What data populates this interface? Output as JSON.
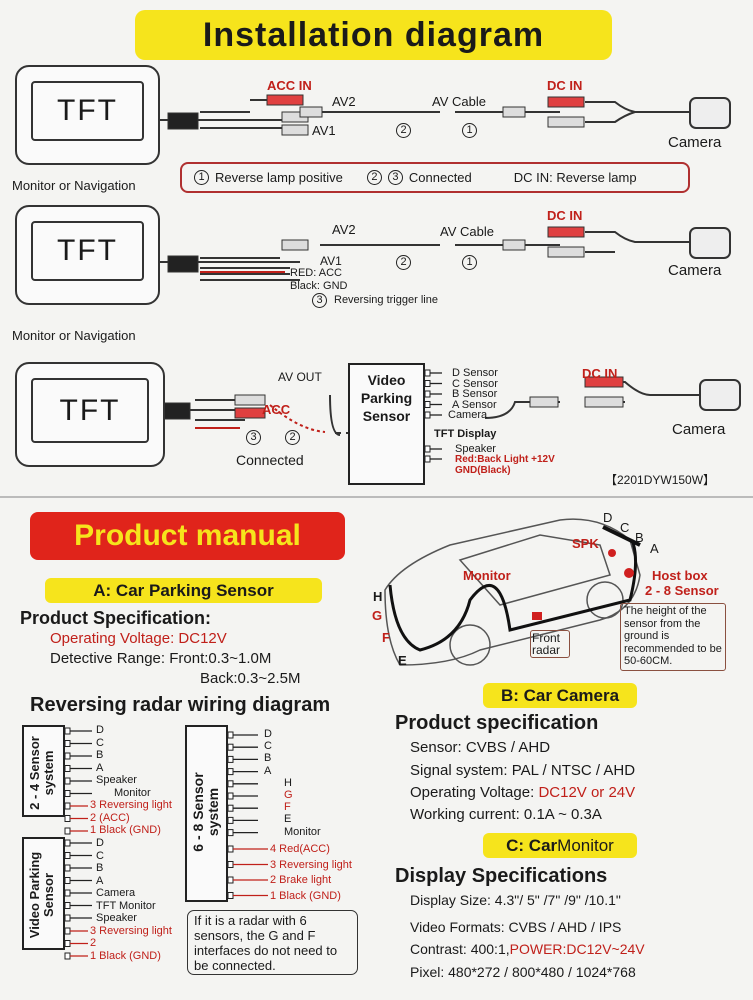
{
  "title": "Installation diagram",
  "diagram1": {
    "monitor_label": "TFT",
    "acc_in": "ACC IN",
    "av2": "AV2",
    "av_cable": "AV Cable",
    "dc_in": "DC IN",
    "av1": "AV1",
    "c2": "2",
    "c1": "1",
    "camera": "Camera",
    "monitor_nav": "Monitor or Navigation"
  },
  "legend": {
    "n1": "1",
    "item1": "Reverse lamp positive",
    "n2": "2",
    "n3": "3",
    "item2": "Connected",
    "item3": "DC IN: Reverse lamp"
  },
  "diagram2": {
    "monitor_label": "TFT",
    "av2": "AV2",
    "av_cable": "AV Cable",
    "dc_in": "DC IN",
    "av1": "AV1",
    "red_acc": "RED: ACC",
    "black_gnd": "Black: GND",
    "c3": "3",
    "trigger": "Reversing trigger line",
    "c2": "2",
    "c1": "1",
    "camera": "Camera",
    "monitor_nav": "Monitor or Navigation"
  },
  "diagram3": {
    "monitor_label": "TFT",
    "av_out": "AV OUT",
    "acc": "ACC",
    "c3": "3",
    "c2": "2",
    "connected": "Connected",
    "box_title": "Video Parking Sensor",
    "outputs": [
      "D Sensor",
      "C Sensor",
      "B Sensor",
      "A Sensor",
      "Camera"
    ],
    "tft_display": "TFT Display",
    "speaker": "Speaker",
    "red_back": "Red:Back Light  +12V",
    "gnd": "GND(Black)",
    "dc_in": "DC IN",
    "camera": "Camera",
    "model": "【2201DYW150W】"
  },
  "manual": {
    "title": "Product manual",
    "sensor_heading": "A: Car Parking Sensor",
    "spec_title": "Product Specification:",
    "voltage": "Operating Voltage: DC12V",
    "range_front": "Detective Range: Front:0.3~1.0M",
    "range_back": "Back:0.3~2.5M",
    "wiring_title": "Reversing radar wiring diagram",
    "sys24": {
      "title": "2 - 4 Sensor system",
      "pins": [
        "D",
        "C",
        "B",
        "A",
        "Speaker",
        "Monitor"
      ],
      "power": [
        "3 Reversing light",
        "2 (ACC)",
        "1 Black (GND)"
      ]
    },
    "video": {
      "title": "Video Parking Sensor",
      "pins": [
        "D",
        "C",
        "B",
        "A",
        "Camera",
        "TFT Monitor",
        "Speaker"
      ],
      "power": [
        "3 Reversing light",
        "2",
        "1 Black (GND)"
      ]
    },
    "sys68": {
      "title": "6 - 8 Sensor system",
      "pins": [
        "D",
        "C",
        "B",
        "A",
        "H",
        "G",
        "F",
        "E",
        "Monitor"
      ],
      "power": [
        "4 Red(ACC)",
        "3 Reversing light",
        "2 Brake light",
        "1 Black (GND)"
      ]
    },
    "note": "If it is a radar with 6 sensors, the G and F interfaces do not need to be connected.",
    "car": {
      "d": "D",
      "c": "C",
      "b": "B",
      "a": "A",
      "spk": "SPK",
      "monitor": "Monitor",
      "host": "Host box",
      "host2": "2 - 8 Sensor",
      "h": "H",
      "g": "G",
      "f": "F",
      "e": "E",
      "front": "Front radar",
      "height_note": "The height of the sensor from the ground is recommended to be 50-60CM."
    },
    "camera_heading": "B: Car Camera",
    "camera_spec_title": "Product specification",
    "camera_specs": {
      "sensor": "Sensor: CVBS / AHD",
      "signal": "Signal system: PAL / NTSC / AHD",
      "voltage_label": "Operating Voltage: ",
      "voltage_value": "DC12V or 24V",
      "current": "Working current: 0.1A ~ 0.3A"
    },
    "monitor_heading_a": "C: Car ",
    "monitor_heading_b": "Monitor",
    "display_title": "Display Specifications",
    "display_specs": {
      "size": "Display Size: 4.3\"/ 5\" /7\" /9\" /10.1\"",
      "formats": "Video Formats: CVBS / AHD / IPS",
      "contrast": "Contrast: 400:1,",
      "power": "POWER:DC12V~24V",
      "pixel": "Pixel: 480*272 / 800*480 / 1024*768"
    }
  },
  "colors": {
    "yellow": "#f6e41c",
    "red": "#c0201a",
    "banner_red": "#e0241b"
  }
}
